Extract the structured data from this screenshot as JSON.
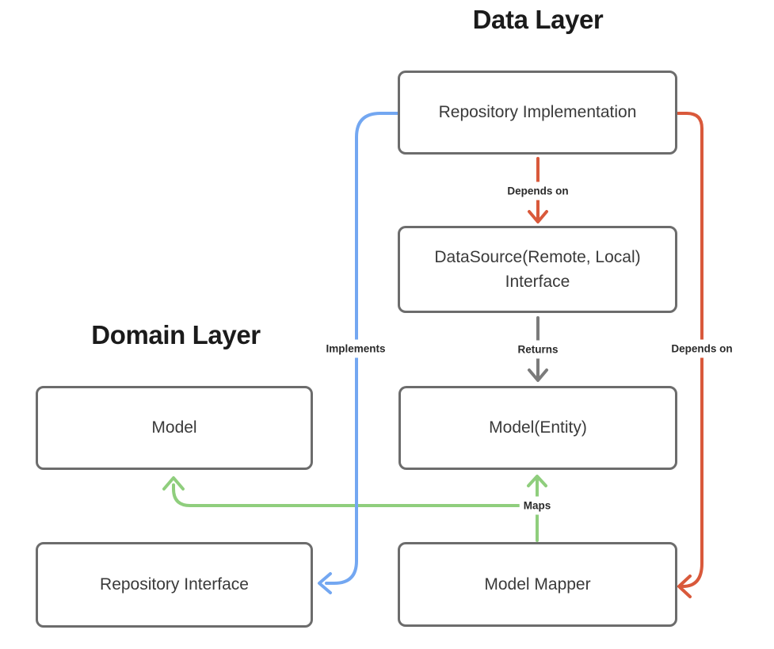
{
  "diagram": {
    "titles": {
      "data_layer": "Data Layer",
      "domain_layer": "Domain Layer"
    },
    "nodes": {
      "repository_implementation": "Repository Implementation",
      "datasource_line1": "DataSource(Remote, Local)",
      "datasource_line2": "Interface",
      "model_entity": "Model(Entity)",
      "model_mapper": "Model Mapper",
      "model": "Model",
      "repository_interface": "Repository Interface"
    },
    "edges": {
      "depends_on_top": "Depends on",
      "returns": "Returns",
      "implements": "Implements",
      "depends_on_right": "Depends on",
      "maps": "Maps"
    },
    "colors": {
      "red": "#D9593B",
      "green": "#8FCE7D",
      "blue": "#73A7F1",
      "gray_arrow": "#7B7B7B",
      "box_border": "#6C6C6C",
      "box_text": "#3A3A3A",
      "title_text": "#1B1B1B",
      "label_text": "#2A2A2A"
    }
  }
}
